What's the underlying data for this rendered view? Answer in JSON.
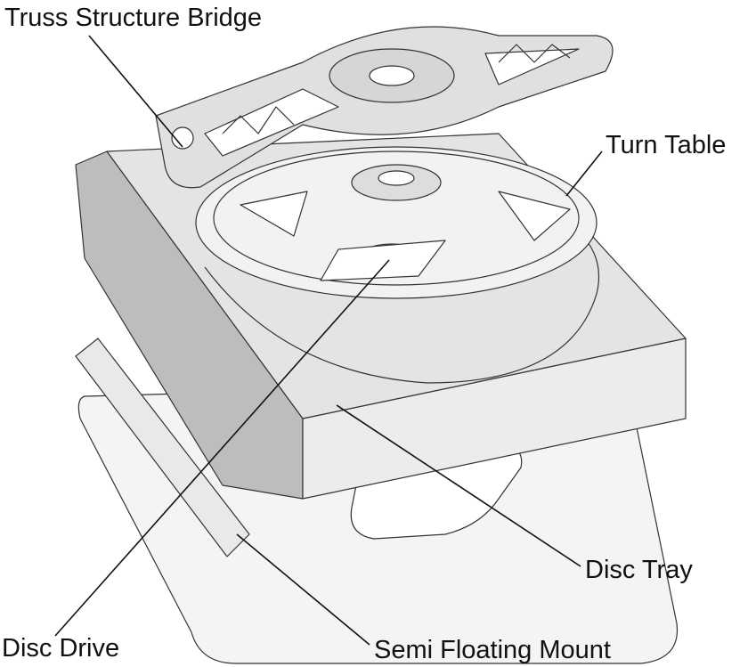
{
  "labels": {
    "truss": "Truss Structure Bridge",
    "turntable": "Turn Table",
    "tray": "Disc Tray",
    "drive": "Disc Drive",
    "mount": "Semi Floating Mount"
  }
}
